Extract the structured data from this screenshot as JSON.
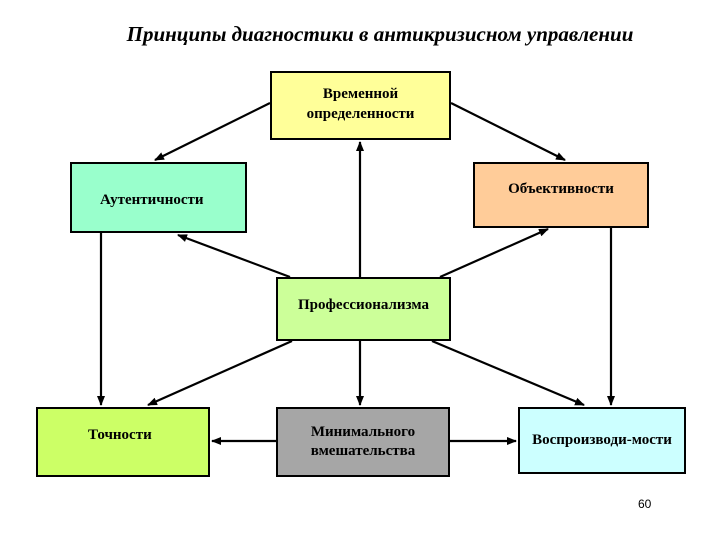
{
  "title": "Принципы диагностики в антикризисном управлении",
  "nodes": {
    "vremennoy": {
      "label": "Временной определенности",
      "fill": "#ffff99"
    },
    "autentichnosti": {
      "label": "Аутентичности",
      "fill": "#99ffcc"
    },
    "objektivnosti": {
      "label": "Объективности",
      "fill": "#ffcc99"
    },
    "professionalizma": {
      "label": "Профессионализма",
      "fill": "#ccff99"
    },
    "tochnosti": {
      "label": "Точности",
      "fill": "#ccff66"
    },
    "minimalnogo": {
      "label": "Минимального вмешательства",
      "fill": "#a6a6a6"
    },
    "vosproizvodimosti": {
      "label": "Воспроизводи-мости",
      "fill": "#ccffff"
    }
  },
  "page_number": "60"
}
